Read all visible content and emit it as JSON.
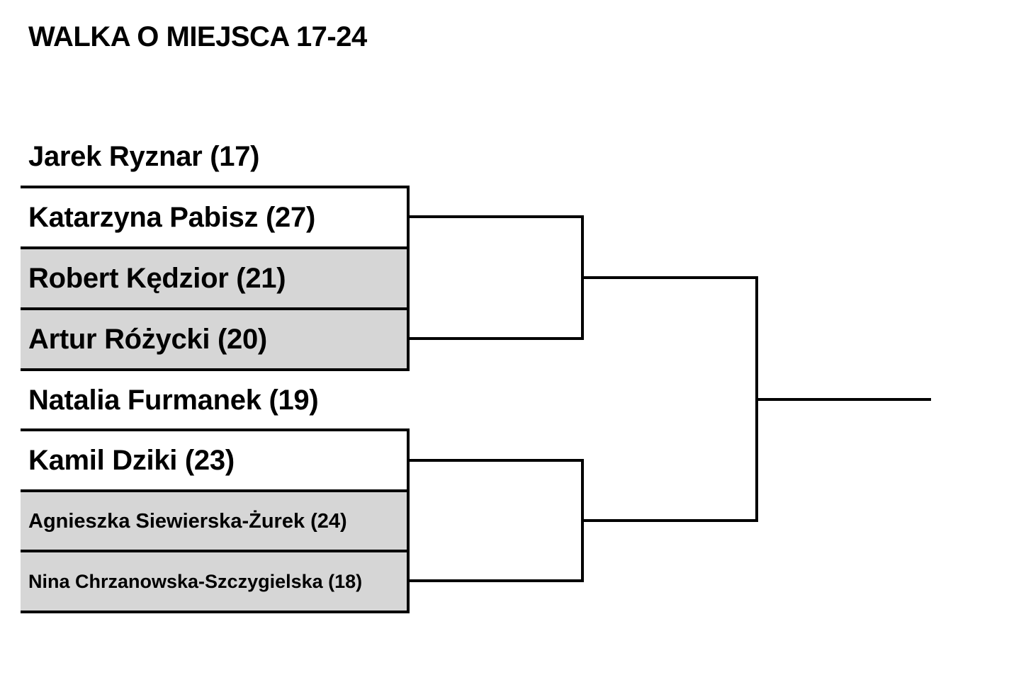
{
  "title": "WALKA O MIEJSCA 17-24",
  "players": [
    {
      "label": "Jarek Ryznar (17)"
    },
    {
      "label": "Katarzyna Pabisz (27)"
    },
    {
      "label": "Robert Kędzior (21)"
    },
    {
      "label": "Artur Różycki (20)"
    },
    {
      "label": "Natalia Furmanek (19)"
    },
    {
      "label": "Kamil Dziki (23)"
    },
    {
      "label": "Agnieszka Siewierska-Żurek (24)"
    },
    {
      "label": "Nina Chrzanowska-Szczygielska (18)"
    }
  ],
  "colors": {
    "line": "#000000",
    "shade": "#d6d6d6",
    "background": "#ffffff"
  }
}
